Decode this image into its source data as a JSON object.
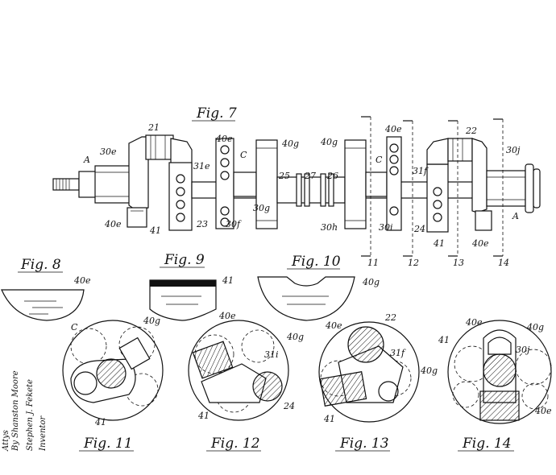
{
  "figures": {
    "fig7": "Fig. 7",
    "fig8": "Fig. 8",
    "fig9": "Fig. 9",
    "fig10": "Fig. 10",
    "fig11": "Fig. 11",
    "fig12": "Fig. 12",
    "fig13": "Fig. 13",
    "fig14": "Fig. 14"
  },
  "fig7_labels": {
    "a_left": "A",
    "l30e": "30e",
    "l21": "21",
    "l40e_left": "40e",
    "l31e": "31e",
    "l40e_top": "40e",
    "c_mid": "C",
    "l40g_a": "40g",
    "l25": "25",
    "l27": "27",
    "l26": "26",
    "l40g_b": "40g",
    "c_right": "C",
    "l40e_right": "40e",
    "l22": "22",
    "l30j": "30j",
    "l31f": "31f",
    "l41_left": "41",
    "l23": "23",
    "l30f": "30f",
    "l30g": "30g",
    "l30h": "30h",
    "l30i": "30i",
    "l24": "24",
    "l41_right": "41",
    "l40e_bottom": "40e",
    "a_right": "A",
    "s11": "11",
    "s12": "12",
    "s13": "13",
    "s14": "14"
  },
  "part_labels": {
    "fig8_40e": "40e",
    "fig9_41": "41",
    "fig10_40g": "40g"
  },
  "fig11_labels": {
    "c": "C",
    "l40g": "40g",
    "l41": "41"
  },
  "fig12_labels": {
    "l40e": "40e",
    "l40g": "40g",
    "l31i": "31i",
    "l41": "41",
    "l24": "24"
  },
  "fig13_labels": {
    "l40e": "40e",
    "l22": "22",
    "l31f": "31f",
    "l40g": "40g",
    "l41": "41"
  },
  "fig14_labels": {
    "l40e_top": "40e",
    "l40g": "40g",
    "l30j": "30j",
    "l41": "41",
    "l40e_bottom": "40e"
  },
  "signature": {
    "line1": "Inventor",
    "line2": "Stephen J. Fekete",
    "line3": "By Shanston Moore",
    "line4": "Attys"
  }
}
